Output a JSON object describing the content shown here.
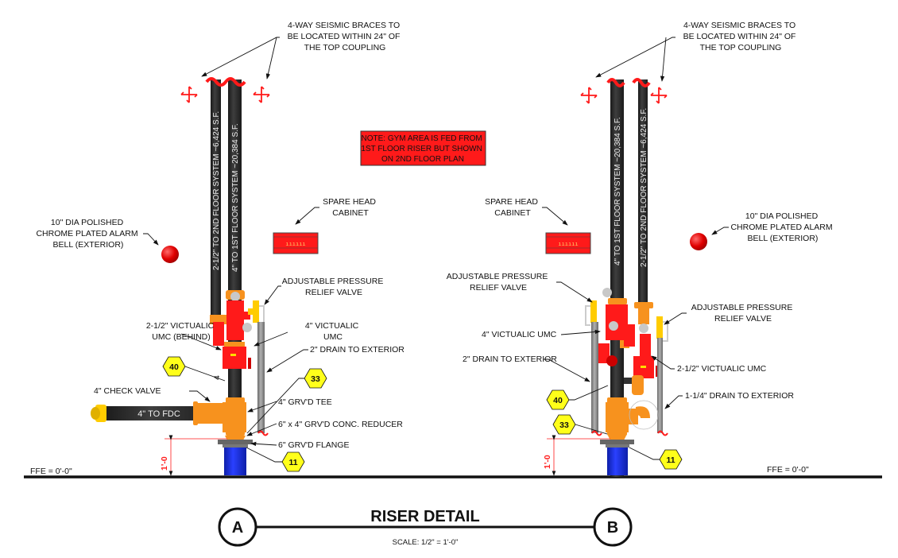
{
  "title": "RISER DETAIL",
  "scale": "SCALE: 1/2\" = 1'-0\"",
  "bubbles": {
    "left": "A",
    "right": "B"
  },
  "note": {
    "lines": [
      "NOTE: GYM AREA IS FED FROM",
      "1ST FLOOR RISER BUT SHOWN",
      "ON 2ND FLOOR PLAN"
    ],
    "bg_color": "#ff1a1a"
  },
  "colors": {
    "pipe": "#2e2e2e",
    "fitting": "#f7921e",
    "valve": "#ff1a1a",
    "base_pipe": "#1a2fd8",
    "tag": "#ffff1a",
    "brace": "#ff1a1a",
    "drain": "#8a8a8a"
  },
  "riser_a": {
    "seismic_note": [
      "4-WAY SEISMIC BRACES TO",
      "BE LOCATED WITHIN 24\" OF",
      "THE TOP COUPLING"
    ],
    "pipe_labels": [
      "2-1/2\" TO 2ND FLOOR SYSTEM ~6,424 S.F.",
      "4\" TO 1ST FLOOR SYSTEM ~20,384 S.F."
    ],
    "bell_note": [
      "10\" DIA POLISHED",
      "CHROME PLATED ALARM",
      "BELL (EXTERIOR)"
    ],
    "cabinet_note": [
      "SPARE HEAD",
      "CABINET"
    ],
    "relief_note": [
      "ADJUSTABLE PRESSURE",
      "RELIEF VALVE"
    ],
    "umc_behind_note": [
      "2-1/2\" VICTUALIC",
      "UMC (BEHIND)"
    ],
    "umc4_note": [
      "4\" VICTUALIC",
      "UMC"
    ],
    "drain_note": "2\" DRAIN TO EXTERIOR",
    "check_valve": "4\" CHECK VALVE",
    "fdc": "4\" TO FDC",
    "tee": "4\" GRV'D TEE",
    "reducer": "6\" x 4\" GRV'D CONC. REDUCER",
    "flange": "6\" GRV'D FLANGE",
    "pipe_size_mark": "4",
    "tags": [
      "40",
      "33",
      "11"
    ],
    "dimension": "1'-0",
    "ffe": "FFE = 0'-0\""
  },
  "riser_b": {
    "seismic_note": [
      "4-WAY SEISMIC BRACES TO",
      "BE LOCATED WITHIN 24\" OF",
      "THE TOP COUPLING"
    ],
    "pipe_labels": [
      "4\" TO 1ST FLOOR SYSTEM ~20,384 S.F.",
      "2-1/2\" TO 2ND FLOOR SYSTEM ~6,424 S.F."
    ],
    "bell_note": [
      "10\" DIA POLISHED",
      "CHROME PLATED ALARM",
      "BELL (EXTERIOR)"
    ],
    "cabinet_note": [
      "SPARE HEAD",
      "CABINET"
    ],
    "relief_note_left": [
      "ADJUSTABLE PRESSURE",
      "RELIEF VALVE"
    ],
    "relief_note_right": [
      "ADJUSTABLE PRESSURE",
      "RELIEF VALVE"
    ],
    "umc4_note": "4\" VICTUALIC UMC",
    "drain_note": "2\" DRAIN TO EXTERIOR",
    "umc25_note": "2-1/2\" VICTUALIC UMC",
    "drain_small_note": "1-1/4\" DRAIN TO EXTERIOR",
    "tags": [
      "40",
      "33",
      "11"
    ],
    "dimension": "1'-0",
    "ffe": "FFE = 0'-0\""
  }
}
